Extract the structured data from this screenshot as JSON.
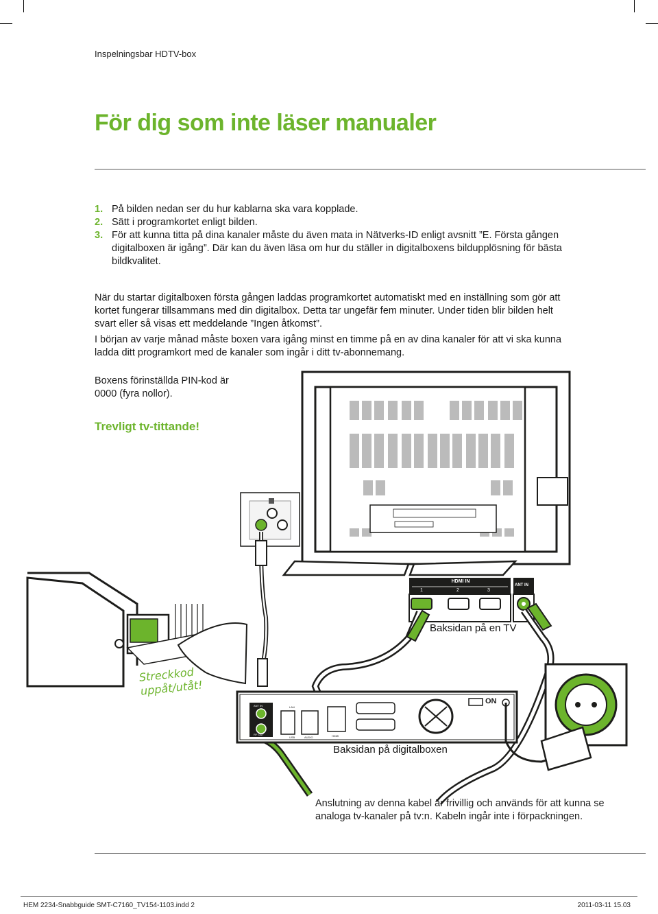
{
  "header": {
    "section": "Inspelningsbar HDTV-box"
  },
  "title": "För dig som inte läser manualer",
  "steps": [
    {
      "num": "1.",
      "text": "På bilden nedan ser du hur kablarna ska vara kopplade."
    },
    {
      "num": "2.",
      "text": "Sätt i programkortet enligt bilden."
    },
    {
      "num": "3.",
      "text": "För att kunna titta på dina kanaler måste du även mata in Nätverks-ID enligt avsnitt ”E. Första gången digitalboxen är igång”. Där kan du även läsa om hur du ställer in digitalboxens bildupplösning för bästa bildkvalitet."
    }
  ],
  "paragraphs": {
    "p1": "När du startar digitalboxen första gången laddas programkortet automatiskt med en inställning som gör att kortet fungerar tillsammans med din digitalbox. Detta tar ungefär fem minuter. Under tiden blir bilden helt svart eller så visas ett meddelande ”Ingen åtkomst”.",
    "p2": "I början av varje månad måste boxen vara igång minst en timme på en av dina kanaler för att vi ska kunna ladda ditt programkort med de kanaler som ingår i ditt tv-abonnemang.",
    "p3": "Boxens förinställda PIN-kod är 0000 (fyra nollor)."
  },
  "greeting": "Trevligt tv-tittande!",
  "diagram": {
    "tv_panel": {
      "hdmi_in": "HDMI IN",
      "ports": [
        "1",
        "2",
        "3"
      ],
      "ant_in": "ANT IN"
    },
    "tv_caption": "Baksidan på en TV",
    "box_caption": "Baksidan på digitalboxen",
    "barcode_note": "Streckkod uppåt/utåt!",
    "switch_label": "ON",
    "cable_note": "Anslutning av denna kabel är frivillig och används för att kunna se analoga tv-kanaler på tv:n. Kabeln ingår inte i förpackningen.",
    "box_labels": [
      "ANT IN",
      "RF OUT",
      "LAN",
      "USB",
      "AUDIO",
      "HDMI"
    ]
  },
  "footer": {
    "file": "HEM 2234-Snabbguide SMT-C7160_TV154-1103.indd   2",
    "date": "2011-03-11   15.03"
  },
  "colors": {
    "accent": "#6cb42c",
    "text": "#1a1a1a",
    "dark": "#1d1d1b"
  }
}
